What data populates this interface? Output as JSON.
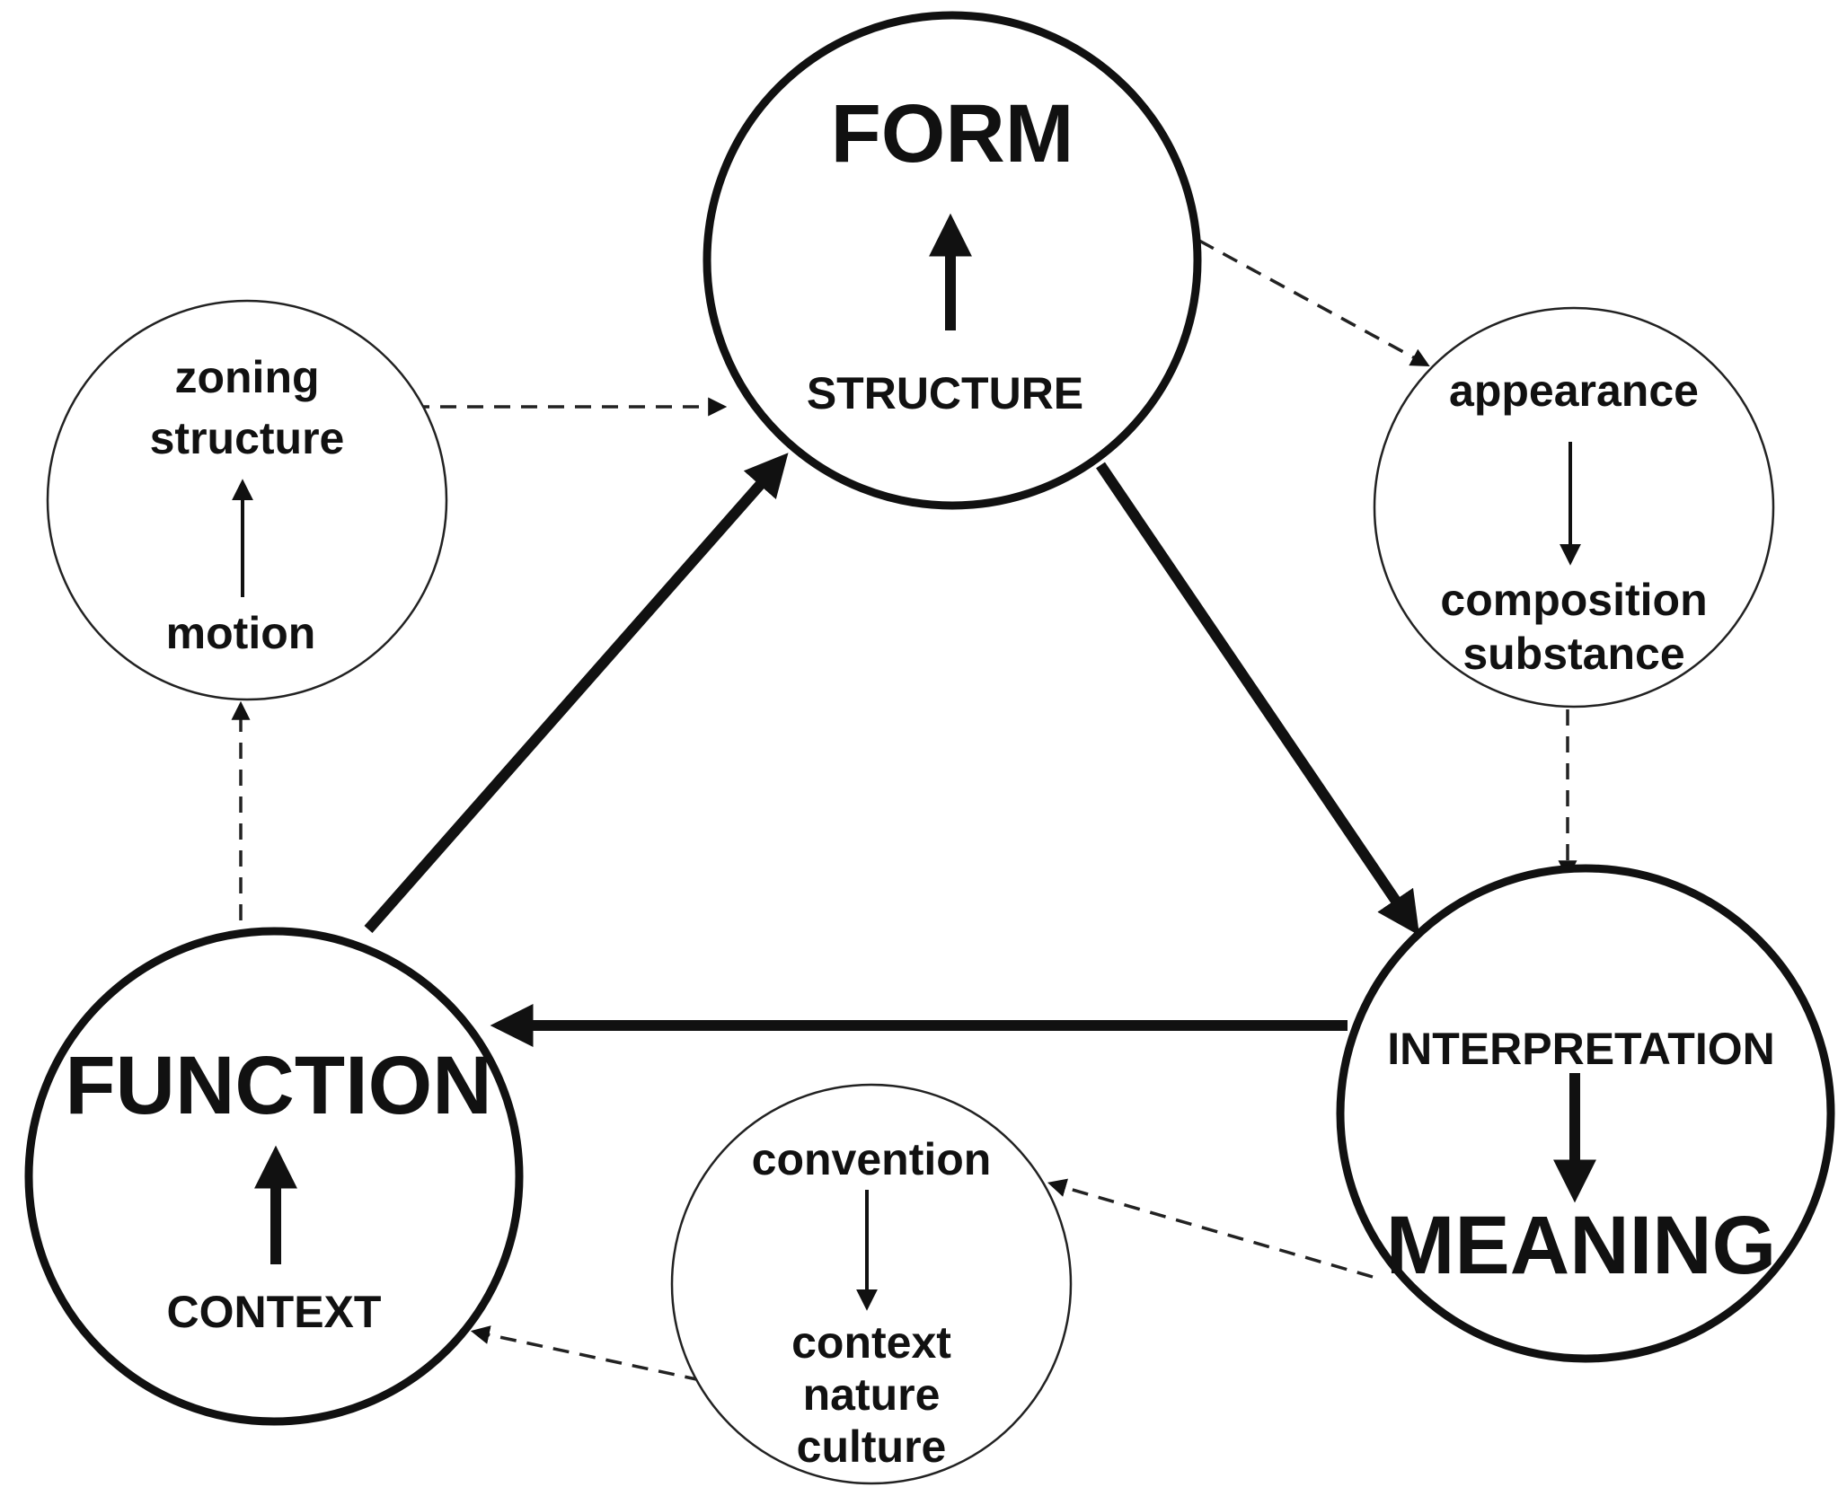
{
  "nodes": {
    "form": {
      "title": "FORM",
      "subtitle": "STRUCTURE"
    },
    "function": {
      "title": "FUNCTION",
      "subtitle": "CONTEXT"
    },
    "meaning": {
      "top": "INTERPRETATION",
      "title": "MEANING"
    }
  },
  "satellites": {
    "motion": {
      "line1": "zoning",
      "line2": "structure",
      "bottom": "motion"
    },
    "appearance": {
      "top": "appearance",
      "line1": "composition",
      "line2": "substance"
    },
    "convention": {
      "top": "convention",
      "line1": "context",
      "line2": "nature",
      "line3": "culture"
    }
  },
  "colors": {
    "ink": "#111111",
    "background": "#ffffff"
  }
}
